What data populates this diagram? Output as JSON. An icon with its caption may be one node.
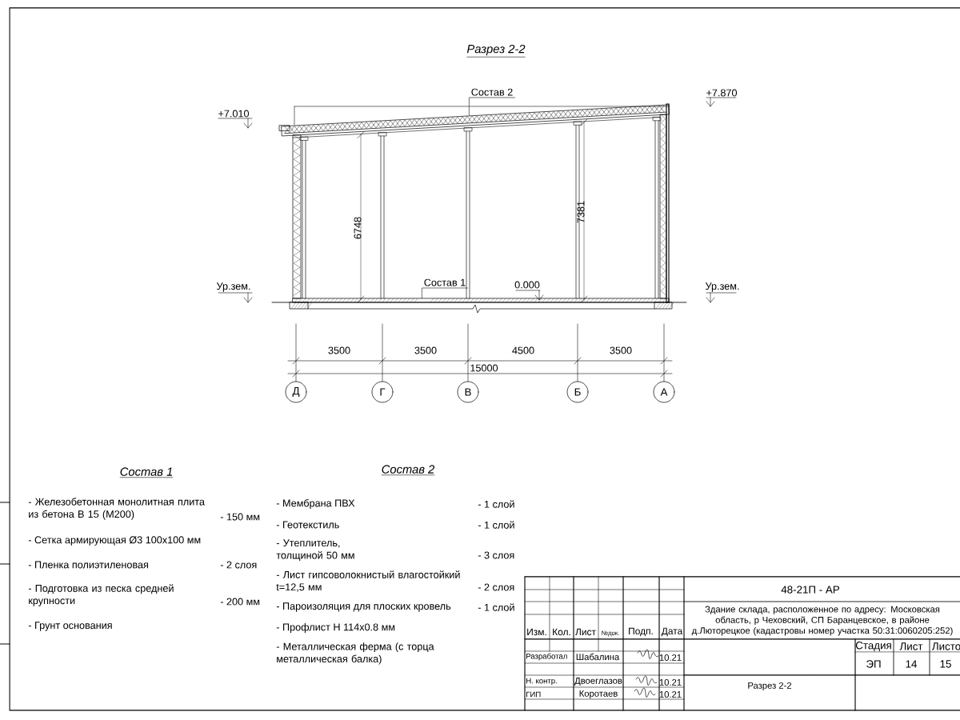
{
  "diagram": {
    "title": "Разрез 2-2",
    "nodes": [
      {
        "text": [
          "Состав 2"
        ]
      },
      {
        "text": [
          "Состав 1"
        ]
      },
      {
        "text": [
          "Д"
        ]
      },
      {
        "text": [
          "Г"
        ]
      },
      {
        "text": [
          "В"
        ]
      },
      {
        "text": [
          "Б"
        ]
      },
      {
        "text": [
          "А"
        ]
      },
      {
        "text": [],
        "shape": "bar"
      },
      {
        "text": [],
        "shape": "bar"
      }
    ],
    "edges": [
      {
        "from": 0,
        "to": 7,
        "arrow": "none"
      },
      {
        "from": 1,
        "to": 8,
        "arrow": "none"
      }
    ],
    "labels": [
      "+7.010",
      "+7.870",
      "Ур.зем.",
      "0.000",
      "Ур.зем.",
      "6748",
      "7381",
      "3500",
      "3500",
      "4500",
      "3500",
      "15000",
      "Состав 1",
      "Состав 2",
      "- Железобетонная монолитная плита из бетона В 15 (М200)",
      "- 150 мм",
      "- Сетка армирующая Ø3 100х100 мм",
      "- Пленка полиэтиленовая",
      "- 2 слоя",
      "- Подготовка из песка средней крупности",
      "- 200 мм",
      "- Грунт основания",
      "- Мембрана ПВХ",
      "- 1 слой",
      "- Геотекстиль",
      "- 1 слой",
      "- Утеплитель, толщиной 50 мм",
      "- 3 слоя",
      "- Лист гипсоволокнистый влагостойкий t=12,5 мм",
      "- 2 слоя",
      "- Пароизоляция для плоских кровель",
      "- 1 слой",
      "- Профлист Н 114х0.8 мм",
      "- Металлическая ферма (с торца металлическая балка)",
      "48-21П - АР",
      "Здание склада, расположенное по адресу: Московская область, р Чеховский, СП Баранцевское, в районе д.Люторецкое (кадастровы номер участка 50:31:0060205:252)",
      "Изм.",
      "Кол.",
      "Лист",
      "№док.",
      "Подп.",
      "Дата",
      "Стадия",
      "Лист",
      "Листо",
      "Разработал",
      "Шабалина",
      "10.21",
      "ЭП",
      "14",
      "15",
      "Н. контр.",
      "Двоеглазов",
      "10.21",
      "Разрез 2-2",
      "ГИП",
      "Коротаев",
      "10.21"
    ]
  }
}
